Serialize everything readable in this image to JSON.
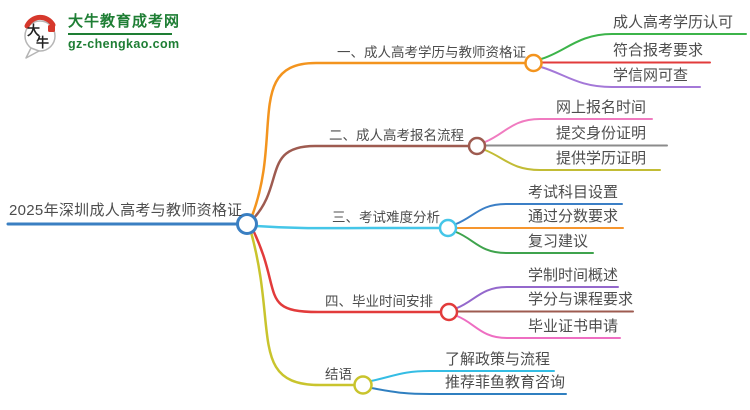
{
  "site": {
    "name": "大牛教育成考网",
    "url": "gz-chengkao.com",
    "logo_chars": [
      "大",
      "牛"
    ],
    "brand_color": "#1e7e34",
    "seal_color": "#d6382c"
  },
  "mindmap": {
    "root": {
      "label": "2025年深圳成人高考与教师资格证",
      "color": "#3a7fc2"
    },
    "branches": [
      {
        "label": "一、成人高考学历与教师资格证",
        "color": "#f3941e",
        "children": [
          {
            "label": "成人高考学历认可",
            "color": "#3cb44a"
          },
          {
            "label": "符合报考要求",
            "color": "#e23b3b"
          },
          {
            "label": "学信网可查",
            "color": "#a478d8"
          }
        ]
      },
      {
        "label": "二、成人高考报名流程",
        "color": "#9e5b50",
        "children": [
          {
            "label": "网上报名时间",
            "color": "#f07bc0"
          },
          {
            "label": "提交身份证明",
            "color": "#8b8b8b"
          },
          {
            "label": "提供学历证明",
            "color": "#c2bc35"
          }
        ]
      },
      {
        "label": "三、考试难度分析",
        "color": "#45c6e8",
        "children": [
          {
            "label": "考试科目设置",
            "color": "#3b7fc6"
          },
          {
            "label": "通过分数要求",
            "color": "#f6962e"
          },
          {
            "label": "复习建议",
            "color": "#3fa34d"
          }
        ]
      },
      {
        "label": "四、毕业时间安排",
        "color": "#e23b3b",
        "children": [
          {
            "label": "学制时间概述",
            "color": "#9468cc"
          },
          {
            "label": "学分与课程要求",
            "color": "#9e5b50"
          },
          {
            "label": "毕业证书申请",
            "color": "#ee6ec2"
          }
        ]
      },
      {
        "label": "结语",
        "color": "#c9c42d",
        "children": [
          {
            "label": "了解政策与流程",
            "color": "#35bde4"
          },
          {
            "label": "推荐菲鱼教育咨询",
            "color": "#2f7fc0"
          }
        ]
      }
    ]
  }
}
